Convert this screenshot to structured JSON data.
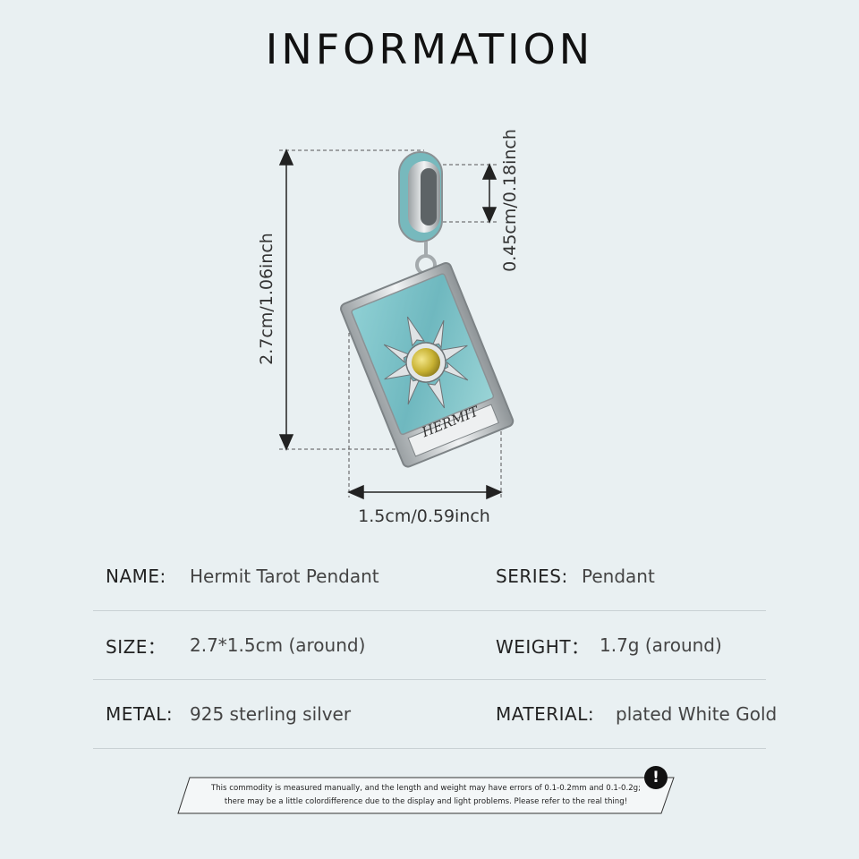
{
  "header": {
    "title": "INFORMATION"
  },
  "dimensions": {
    "height": "2.7cm/1.06inch",
    "bail_diameter": "0.45cm/0.18inch",
    "width": "1.5cm/0.59inch"
  },
  "pendant": {
    "engraving": "HERMIT"
  },
  "specs": [
    {
      "label_left": "NAME:",
      "value_left": "Hermit Tarot Pendant",
      "label_right": "SERIES:",
      "value_right": "Pendant"
    },
    {
      "label_left": "SIZE：",
      "value_left": "2.7*1.5cm (around)",
      "label_right": "WEIGHT：",
      "value_right": "1.7g (around)"
    },
    {
      "label_left": "METAL:",
      "value_left": "925 sterling silver",
      "label_right": "MATERIAL:",
      "value_right": "plated White Gold"
    }
  ],
  "notice": {
    "line1": "This commodity is measured manually, and the length and weight may have errors of 0.1-0.2mm and 0.1-0.2g;",
    "line2": "there may be a little colordifference due to the display and light problems. Please refer to the real thing!",
    "icon": "exclamation-icon"
  },
  "colors": {
    "background": "#e9f0f2",
    "enamel": "#7fc2c8",
    "stone": "#c9b43a",
    "silver": "#c8ccce"
  }
}
